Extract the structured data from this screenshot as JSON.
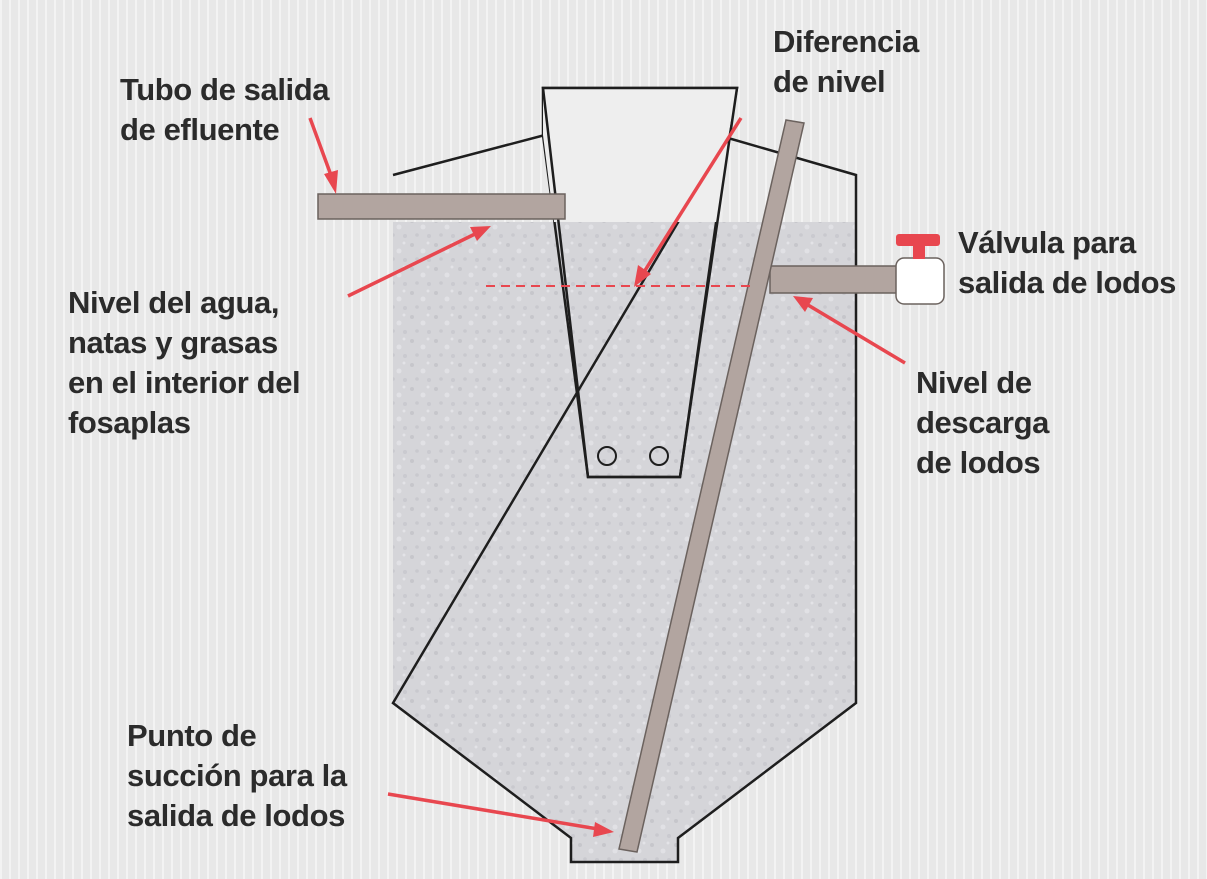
{
  "labels": {
    "tubo_salida": "Tubo de salida\nde efluente",
    "diferencia_nivel": "Diferencia\nde nivel",
    "valvula": "Válvula para\nsalida de lodos",
    "nivel_agua": "Nivel del agua,\nnatas y grasas\nen el interior del\nfosaplas",
    "nivel_descarga": "Nivel de\ndescarga\nde lodos",
    "punto_succion": "Punto de\nsucción para la\nsalida de lodos"
  },
  "colors": {
    "arrow": "#e8474f",
    "pipe": "#b2a5a0",
    "pipe_outline": "#6b625e",
    "liquid": "#d4d4d8",
    "tank_outline": "#1e1e1e",
    "valve_handle": "#e8474f",
    "background": "#ededed"
  }
}
